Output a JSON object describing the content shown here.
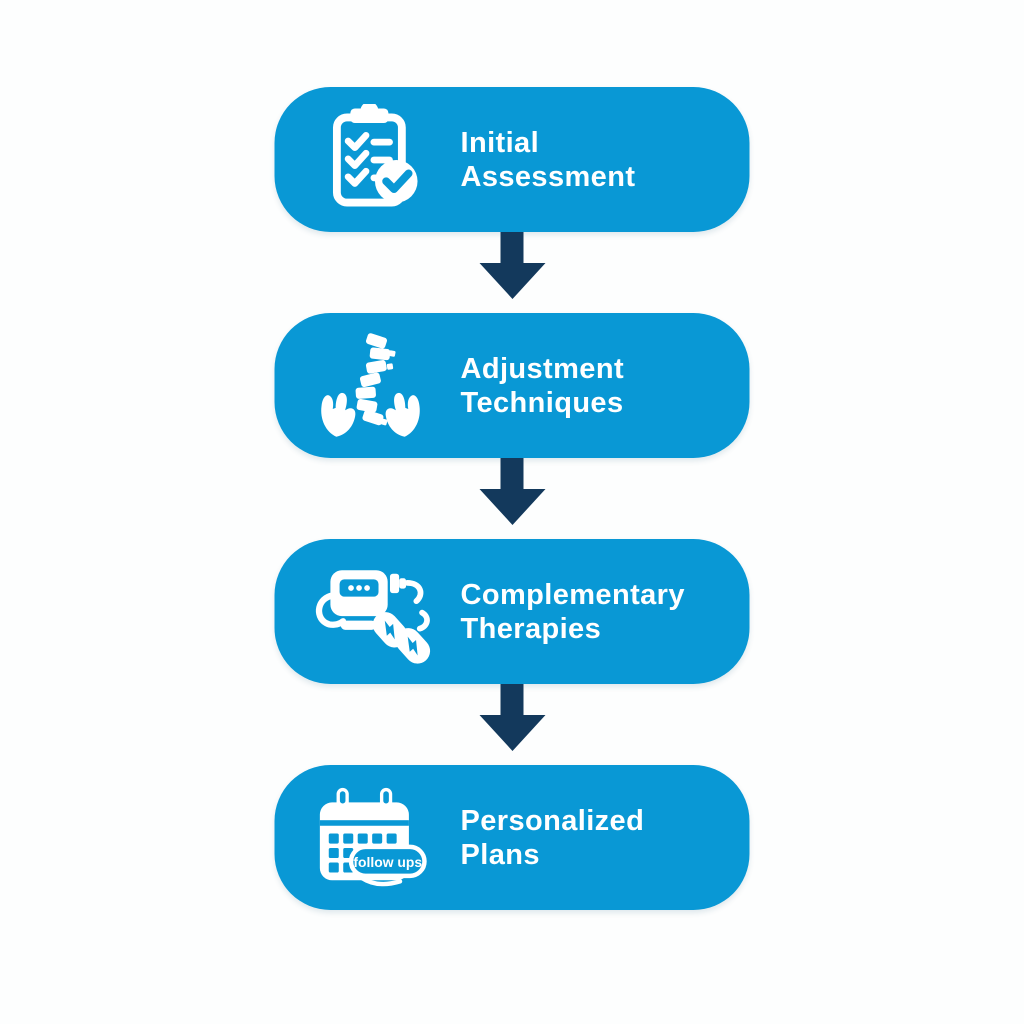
{
  "colors": {
    "step_background": "#0998d5",
    "arrow": "#13395c",
    "text": "#ffffff",
    "page_background": "#fdfefe"
  },
  "flowchart": {
    "steps": [
      {
        "line1": "Initial",
        "line2": "Assessment",
        "icon": "clipboard-checklist-icon"
      },
      {
        "line1": "Adjustment",
        "line2": "Techniques",
        "icon": "spine-in-hands-icon"
      },
      {
        "line1": "Complementary",
        "line2": "Therapies",
        "icon": "electrotherapy-device-icon"
      },
      {
        "line1": "Personalized",
        "line2": "Plans",
        "icon": "calendar-followups-icon",
        "badge": "follow ups"
      }
    ],
    "connectors": [
      {
        "type": "down-arrow"
      },
      {
        "type": "down-arrow"
      },
      {
        "type": "down-arrow"
      }
    ]
  }
}
